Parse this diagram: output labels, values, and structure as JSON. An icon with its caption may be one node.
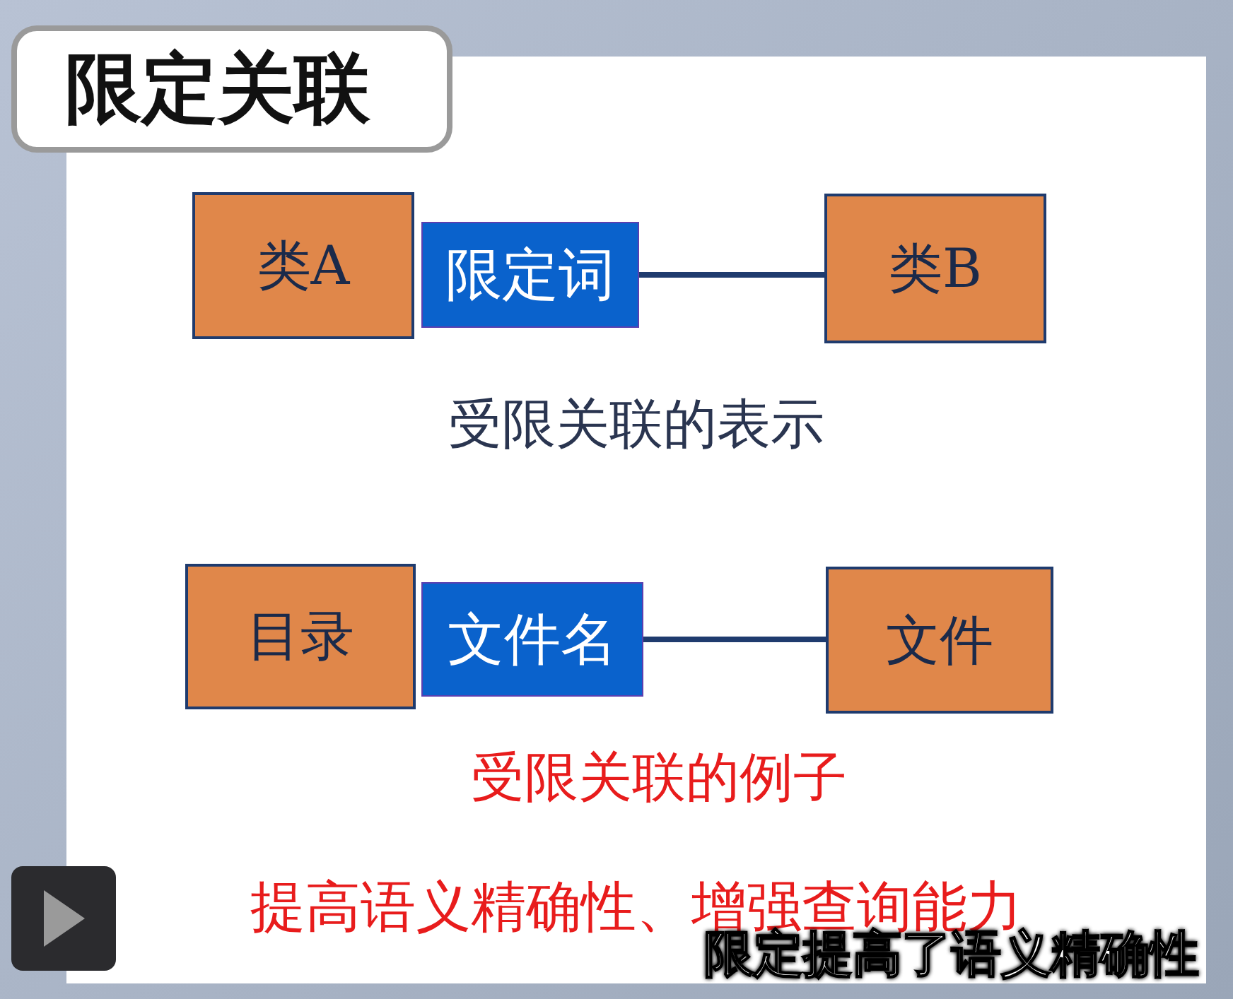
{
  "diagram": {
    "title": "限定关联",
    "nodes": [
      {
        "text": [
          "类A"
        ]
      },
      {
        "text": [
          "限定词"
        ]
      },
      {
        "text": [
          "类B"
        ]
      },
      {
        "text": [
          "目录"
        ]
      },
      {
        "text": [
          "文件名"
        ]
      },
      {
        "text": [
          "文件"
        ]
      }
    ],
    "edges": [
      {
        "from": 1,
        "to": 2,
        "arrow": "none"
      },
      {
        "from": 4,
        "to": 5,
        "arrow": "none"
      }
    ],
    "labels": [
      "受限关联的表示",
      "受限关联的例子",
      "提高语义精确性、增强查询能力",
      "限定提高了语义精确性"
    ]
  }
}
